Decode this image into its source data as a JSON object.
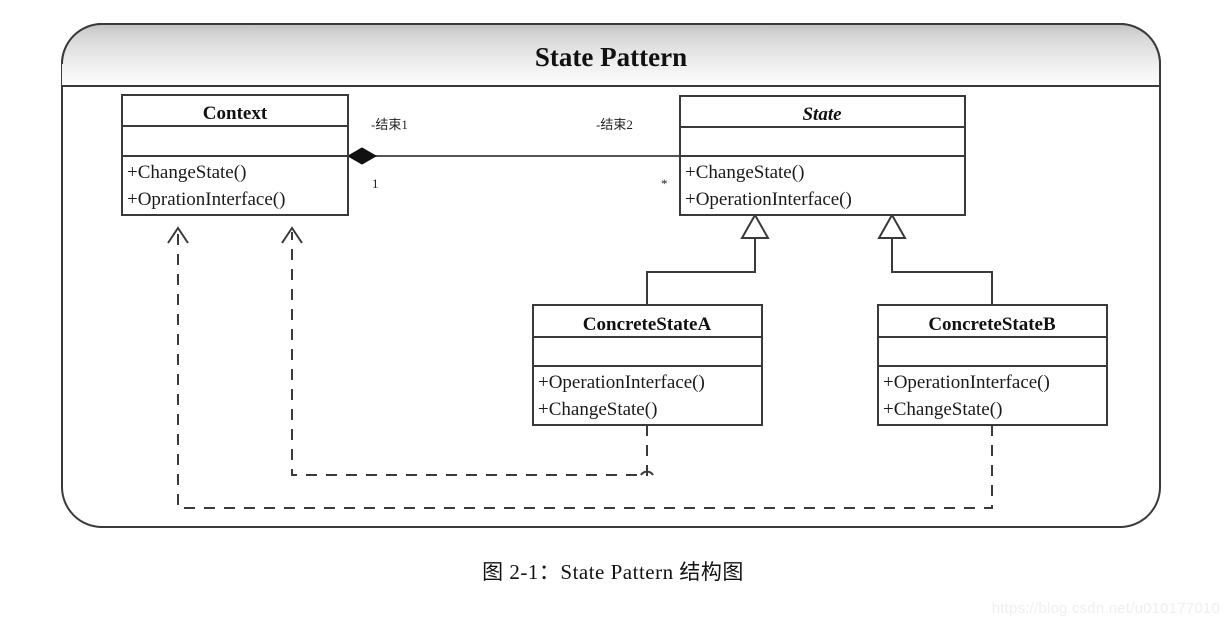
{
  "frame": {
    "title": "State Pattern"
  },
  "classes": {
    "context": {
      "name": "Context",
      "abstract": false,
      "attributes": [],
      "operations": [
        "+ChangeState()",
        "+OprationInterface()"
      ]
    },
    "state": {
      "name": "State",
      "abstract": true,
      "attributes": [],
      "operations": [
        "+ChangeState()",
        "+OperationInterface()"
      ]
    },
    "concrete_state_a": {
      "name": "ConcreteStateA",
      "abstract": false,
      "attributes": [],
      "operations": [
        "+OperationInterface()",
        "+ChangeState()"
      ]
    },
    "concrete_state_b": {
      "name": "ConcreteStateB",
      "abstract": false,
      "attributes": [],
      "operations": [
        "+OperationInterface()",
        "+ChangeState()"
      ]
    }
  },
  "association": {
    "source_role": "-结束1",
    "source_multiplicity": "1",
    "target_role": "-结束2",
    "target_multiplicity": "*",
    "type": "composition"
  },
  "relationships": [
    {
      "type": "generalization",
      "from": "ConcreteStateA",
      "to": "State"
    },
    {
      "type": "generalization",
      "from": "ConcreteStateB",
      "to": "State"
    },
    {
      "type": "dependency",
      "from": "ConcreteStateA",
      "to": "Context"
    },
    {
      "type": "dependency",
      "from": "ConcreteStateB",
      "to": "Context"
    }
  ],
  "caption": "图 2-1：State Pattern 结构图",
  "watermark": "https://blog.csdn.net/u010177010",
  "colors": {
    "stroke": "#3a3a3a",
    "text": "#111111",
    "header_top": "#c6c6c6",
    "header_bottom": "#fdfdfd",
    "watermark": "#efefef"
  }
}
